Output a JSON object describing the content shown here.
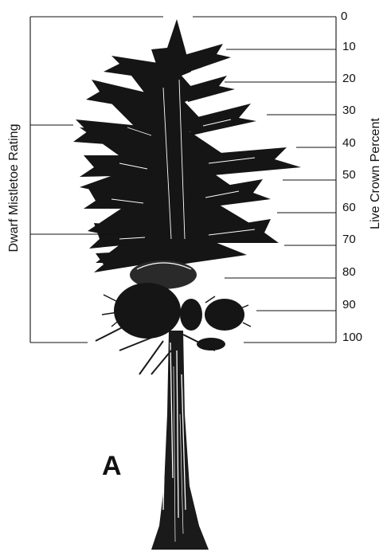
{
  "figure": {
    "panel_label": "A",
    "left_axis_title": "Dwarf Mistletoe Rating",
    "right_axis_title": "Live Crown Percent",
    "right_axis_ticks": [
      "0",
      "10",
      "20",
      "30",
      "40",
      "50",
      "60",
      "70",
      "80",
      "90",
      "100"
    ],
    "colors": {
      "ink": "#111111",
      "background": "#ffffff"
    },
    "illustration": "tree-icon"
  }
}
